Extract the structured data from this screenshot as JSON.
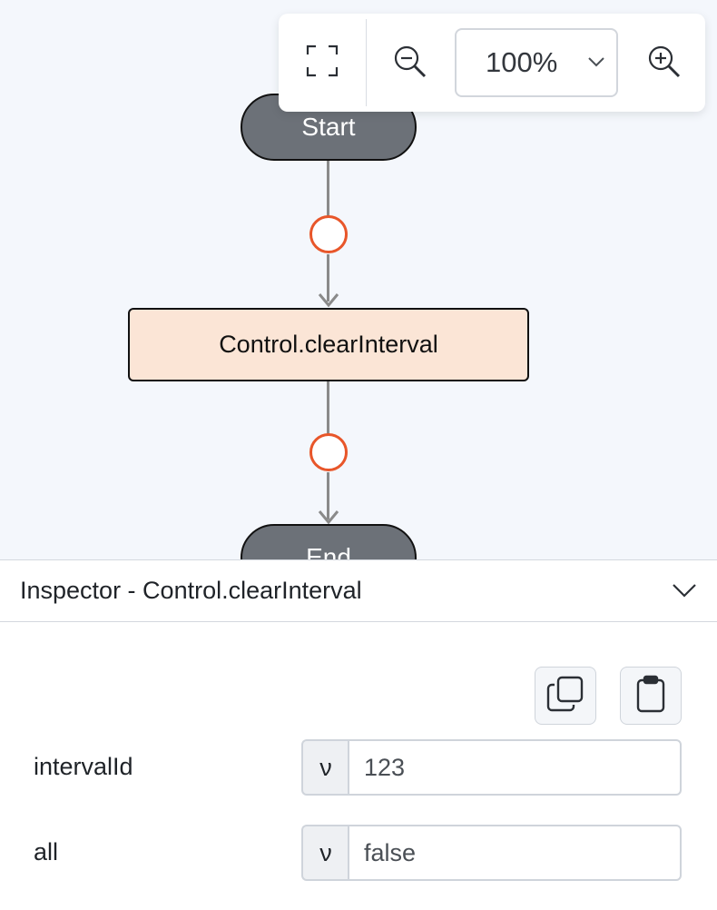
{
  "toolbar": {
    "fit_icon": "fullscreen-icon",
    "zoom_out_icon": "zoom-out-icon",
    "zoom_level": "100%",
    "zoom_chevron_icon": "chevron-down-icon",
    "zoom_in_icon": "zoom-in-icon"
  },
  "flow": {
    "start_label": "Start",
    "action_label": "Control.clearInterval",
    "end_label": "End",
    "connector_color": "#e8562a",
    "terminal_color": "#6c7178",
    "action_color": "#fbe5d6"
  },
  "inspector": {
    "title": "Inspector - Control.clearInterval",
    "collapse_icon": "chevron-down-icon",
    "copy_icon": "copy-icon",
    "paste_icon": "clipboard-icon",
    "fields": [
      {
        "label": "intervalId",
        "type": "ν",
        "value": "123"
      },
      {
        "label": "all",
        "type": "ν",
        "value": "false"
      }
    ]
  }
}
